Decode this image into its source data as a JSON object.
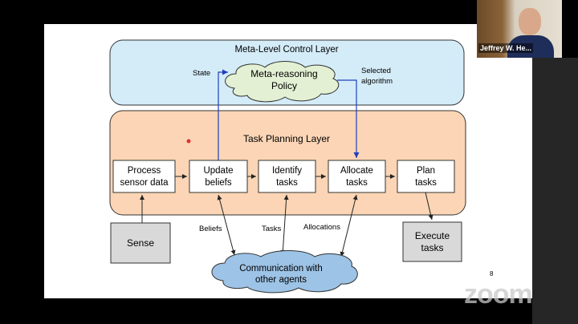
{
  "participant": {
    "name": "Jeffrey W. He..."
  },
  "watermark": "zoom",
  "slide": {
    "page_number": "8",
    "meta_layer": {
      "title": "Meta-Level Control Layer",
      "policy": [
        "Meta-reasoning",
        "Policy"
      ],
      "state_label": "State",
      "selected_label": [
        "Selected",
        "algorithm"
      ]
    },
    "task_layer": {
      "title": "Task Planning Layer",
      "steps": [
        [
          "Process",
          "sensor data"
        ],
        [
          "Update",
          "beliefs"
        ],
        [
          "Identify",
          "tasks"
        ],
        [
          "Allocate",
          "tasks"
        ],
        [
          "Plan",
          "tasks"
        ]
      ]
    },
    "sense": "Sense",
    "execute": [
      "Execute",
      "tasks"
    ],
    "communication": [
      "Communication with",
      "other agents"
    ],
    "links": {
      "beliefs": "Beliefs",
      "tasks": "Tasks",
      "allocations": "Allocations"
    }
  },
  "colors": {
    "meta": "#d4ecf8",
    "task": "#fbd5b5",
    "policy_cloud": "#e3f0d3",
    "comm_cloud": "#9dc3e6",
    "box_gray": "#d9d9d9",
    "arrow_blue": "#1f3fbf"
  }
}
